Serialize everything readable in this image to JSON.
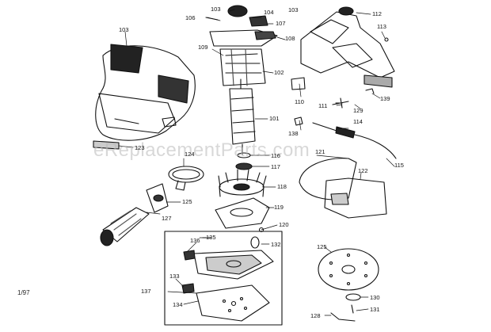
{
  "watermark": "eReplacementParts.com",
  "date_code": "1/97",
  "labels": {
    "l101": "101",
    "l102": "102",
    "l103a": "103",
    "l103b": "103",
    "l103c": "103",
    "l104": "104",
    "l106": "106",
    "l107": "107",
    "l108": "108",
    "l109": "109",
    "l110": "110",
    "l111": "111",
    "l112": "112",
    "l113": "113",
    "l114": "114",
    "l115": "115",
    "l116": "116",
    "l117": "117",
    "l118": "118",
    "l119": "119",
    "l120": "120",
    "l121": "121",
    "l122": "122",
    "l123": "123",
    "l124": "124",
    "l125a": "125",
    "l125b": "125",
    "l127": "127",
    "l128": "128",
    "l129": "129",
    "l130": "130",
    "l131": "131",
    "l132": "132",
    "l133": "133",
    "l134": "134",
    "l135": "135",
    "l136": "136",
    "l137": "137",
    "l138": "138",
    "l139": "139"
  }
}
